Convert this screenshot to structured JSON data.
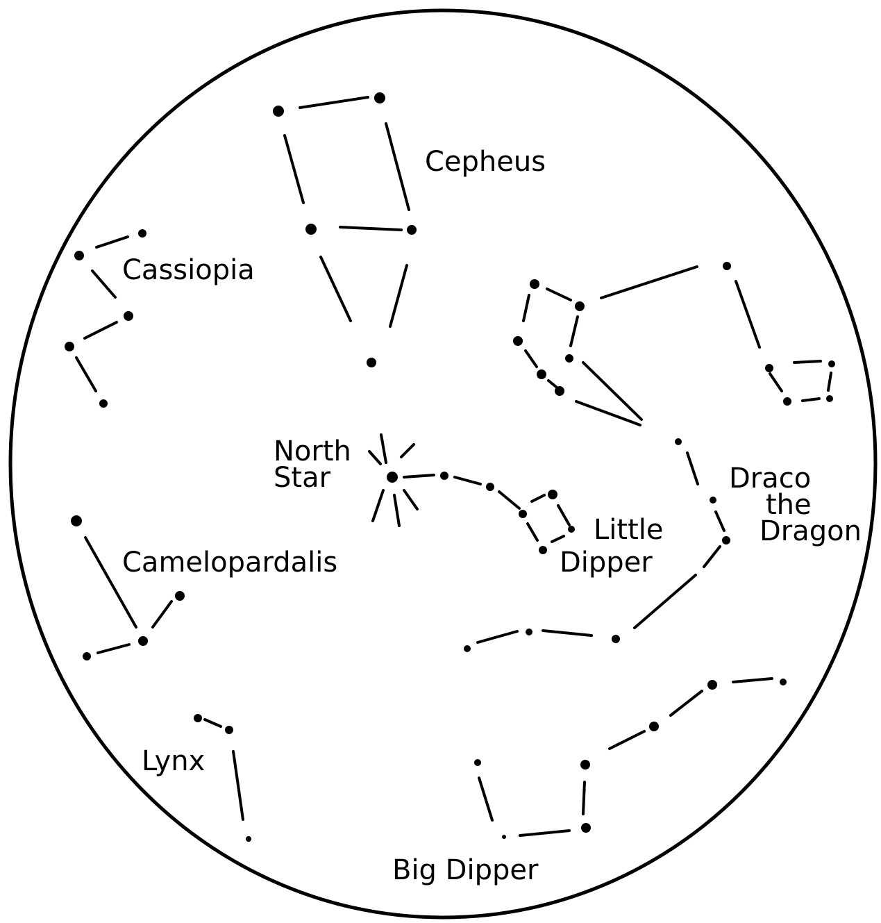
{
  "diagram": {
    "style": "hand-drawn constellation map inside a circle",
    "ink_color": "#000000",
    "background": "#ffffff",
    "labels": {
      "cepheus": "Cepheus",
      "cassiopia": "Cassiopia",
      "north_star_line1": "North",
      "north_star_line2": "Star",
      "little_dipper_line1": "Little",
      "little_dipper_line2": "Dipper",
      "draco_line1": "Draco",
      "draco_line2": "the",
      "draco_line3": "Dragon",
      "camelopardalis": "Camelopardalis",
      "lynx": "Lynx",
      "big_dipper": "Big Dipper"
    }
  }
}
